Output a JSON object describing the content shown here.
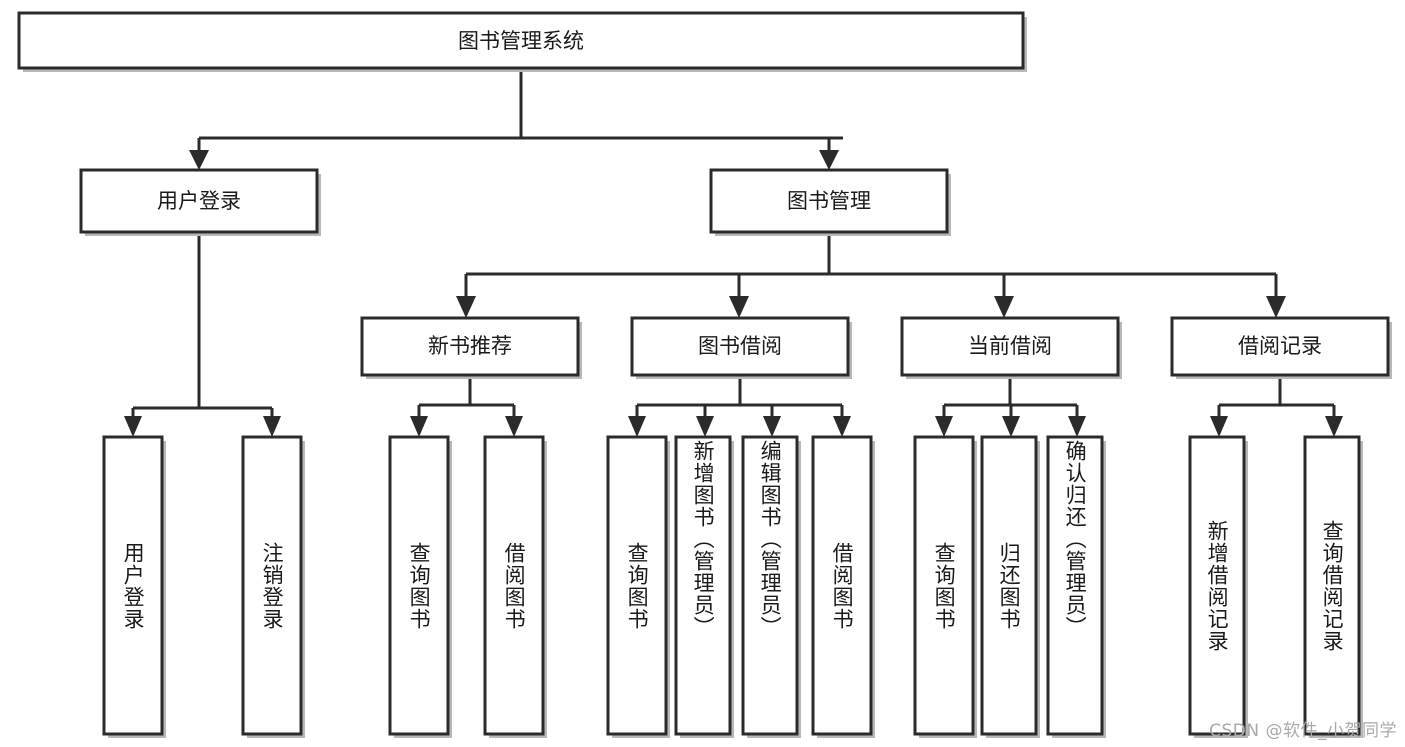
{
  "diagram": {
    "type": "hierarchy-tree",
    "title": "图书管理系统",
    "watermark": "CSDN @软件_小贺同学",
    "colors": {
      "box_stroke": "#2b2b2b",
      "box_fill": "#ffffff",
      "shadow": "#b8b8b8",
      "text": "#1a1a1a",
      "watermark": "#a9a9a9",
      "background": "#ffffff"
    },
    "levels": {
      "root": {
        "label": "图书管理系统"
      },
      "level2": [
        {
          "id": "user-login",
          "label": "用户登录"
        },
        {
          "id": "book-management",
          "label": "图书管理"
        }
      ],
      "level3": [
        {
          "id": "new-book-recommend",
          "label": "新书推荐",
          "parent": "book-management"
        },
        {
          "id": "book-borrow",
          "label": "图书借阅",
          "parent": "book-management"
        },
        {
          "id": "current-borrow",
          "label": "当前借阅",
          "parent": "book-management"
        },
        {
          "id": "borrow-record",
          "label": "借阅记录",
          "parent": "book-management"
        }
      ],
      "leaves": [
        {
          "id": "leaf-user-login",
          "label": "用户登录",
          "parent": "user-login"
        },
        {
          "id": "leaf-logout-login",
          "label": "注销登录",
          "parent": "user-login"
        },
        {
          "id": "leaf-query-book-1",
          "label": "查询图书",
          "parent": "new-book-recommend"
        },
        {
          "id": "leaf-borrow-book-1",
          "label": "借阅图书",
          "parent": "new-book-recommend"
        },
        {
          "id": "leaf-query-book-2",
          "label": "查询图书",
          "parent": "book-borrow"
        },
        {
          "id": "leaf-add-book",
          "label": "新增图书（管理员）",
          "parent": "book-borrow"
        },
        {
          "id": "leaf-edit-book",
          "label": "编辑图书（管理员）",
          "parent": "book-borrow"
        },
        {
          "id": "leaf-borrow-book-2",
          "label": "借阅图书",
          "parent": "book-borrow"
        },
        {
          "id": "leaf-query-book-3",
          "label": "查询图书",
          "parent": "current-borrow"
        },
        {
          "id": "leaf-return-book",
          "label": "归还图书",
          "parent": "current-borrow"
        },
        {
          "id": "leaf-confirm-return",
          "label": "确认归还（管理员）",
          "parent": "current-borrow"
        },
        {
          "id": "leaf-add-borrow-record",
          "label": "新增借阅记录",
          "parent": "borrow-record"
        },
        {
          "id": "leaf-query-borrow-record",
          "label": "查询借阅记录",
          "parent": "borrow-record"
        }
      ]
    }
  }
}
